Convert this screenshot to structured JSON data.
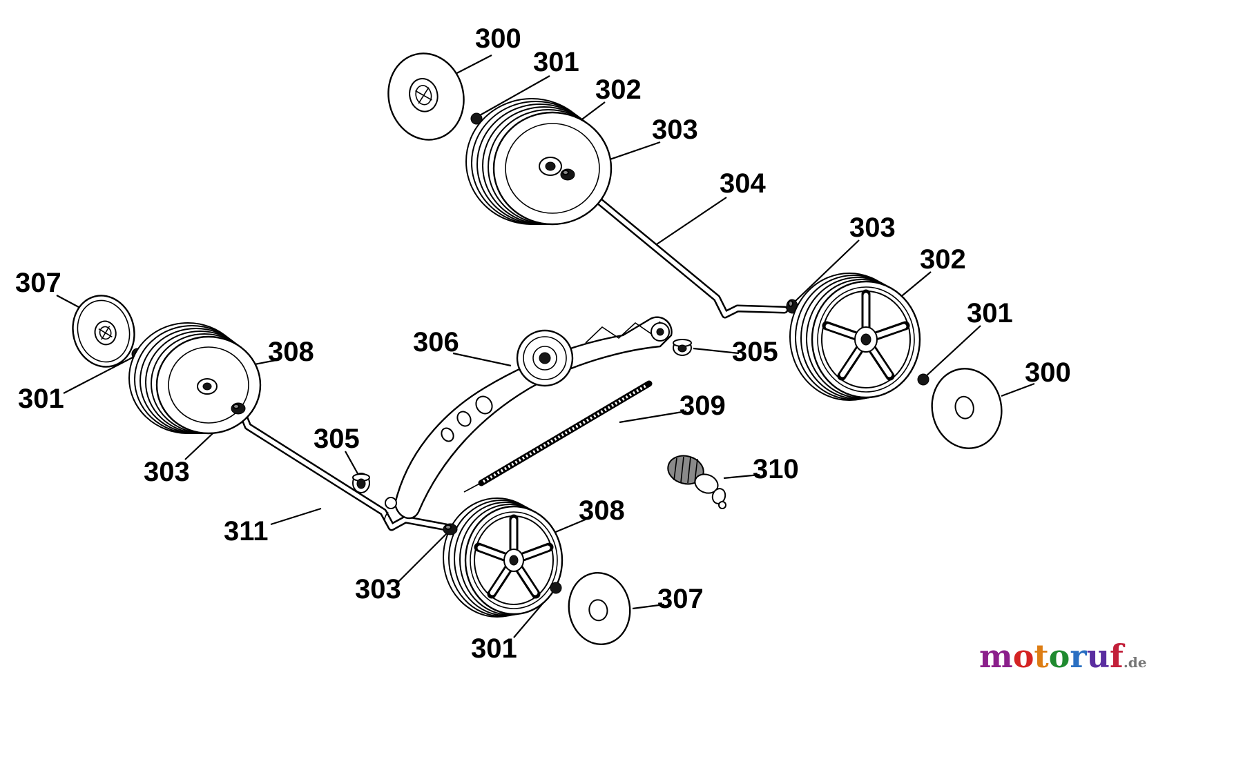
{
  "labels": [
    {
      "id": "label-300-top",
      "text": "300"
    },
    {
      "id": "label-301-top",
      "text": "301"
    },
    {
      "id": "label-302-top",
      "text": "302"
    },
    {
      "id": "label-303-top",
      "text": "303"
    },
    {
      "id": "label-304",
      "text": "304"
    },
    {
      "id": "label-303-right",
      "text": "303"
    },
    {
      "id": "label-302-right",
      "text": "302"
    },
    {
      "id": "label-301-right",
      "text": "301"
    },
    {
      "id": "label-300-right",
      "text": "300"
    },
    {
      "id": "label-307-left",
      "text": "307"
    },
    {
      "id": "label-301-left",
      "text": "301"
    },
    {
      "id": "label-308-left",
      "text": "308"
    },
    {
      "id": "label-303-left",
      "text": "303"
    },
    {
      "id": "label-306",
      "text": "306"
    },
    {
      "id": "label-305-left",
      "text": "305"
    },
    {
      "id": "label-309",
      "text": "309"
    },
    {
      "id": "label-305-right",
      "text": "305"
    },
    {
      "id": "label-310",
      "text": "310"
    },
    {
      "id": "label-311",
      "text": "311"
    },
    {
      "id": "label-308-bottom",
      "text": "308"
    },
    {
      "id": "label-303-bottom",
      "text": "303"
    },
    {
      "id": "label-301-bottom",
      "text": "301"
    },
    {
      "id": "label-307-bottom",
      "text": "307"
    }
  ],
  "logo": {
    "letters": [
      {
        "ch": "m",
        "color": "#8b1f8b"
      },
      {
        "ch": "o",
        "color": "#d42323"
      },
      {
        "ch": "t",
        "color": "#dd7d14"
      },
      {
        "ch": "o",
        "color": "#1f8a2f"
      },
      {
        "ch": "r",
        "color": "#2a6fc2"
      },
      {
        "ch": "u",
        "color": "#5a2da0"
      },
      {
        "ch": "f",
        "color": "#c2203a"
      }
    ],
    "suffix": ".de",
    "suffix_color": "#777777"
  }
}
